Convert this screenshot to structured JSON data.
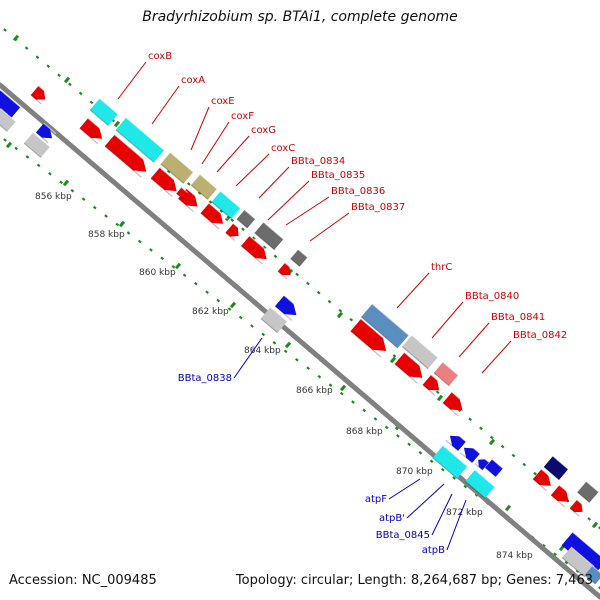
{
  "title": "Bradyrhizobium sp. BTAi1, complete genome",
  "footer": {
    "accession": "Accession: NC_009485",
    "topology": "Topology: circular; Length: 8,264,687 bp; Genes: 7,463"
  },
  "colors": {
    "backbone": "#808080",
    "ticks": "#1f8a1f",
    "forward_label": "#d00000",
    "reverse_label": "#0000c0",
    "red": "#e60000",
    "cyan": "#20e8e8",
    "olive": "#bcb070",
    "dark_gray": "#6c6c6c",
    "light_gray": "#c6c6c6",
    "steel_blue": "#5a8ec0",
    "pink": "#ec8080",
    "blue": "#1010e0",
    "navy": "#0a0a70"
  },
  "scale_ticks": [
    "856 kbp",
    "858 kbp",
    "860 kbp",
    "862 kbp",
    "864 kbp",
    "866 kbp",
    "868 kbp",
    "870 kbp",
    "872 kbp",
    "874 kbp"
  ],
  "forward_labels": [
    "coxB",
    "coxA",
    "coxE",
    "coxF",
    "coxG",
    "coxC",
    "BBta_0834",
    "BBta_0835",
    "BBta_0836",
    "BBta_0837",
    "thrC",
    "BBta_0840",
    "BBta_0841",
    "BBta_0842"
  ],
  "reverse_labels": [
    "BBta_0838",
    "atpF",
    "atpB'",
    "BBta_0845",
    "atpB"
  ]
}
